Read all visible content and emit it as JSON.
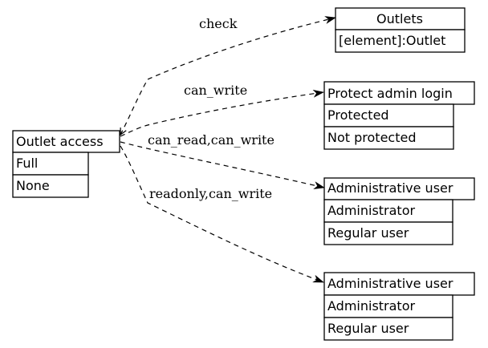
{
  "diagram": {
    "source": {
      "title": "Outlet access",
      "values": [
        "Full",
        "None"
      ]
    },
    "targets": [
      {
        "title": "Outlets",
        "values": [
          "[element]:Outlet"
        ],
        "edge_label": "check"
      },
      {
        "title": "Protect admin login",
        "values": [
          "Protected",
          "Not protected"
        ],
        "edge_label": "can_write"
      },
      {
        "title": "Administrative user",
        "values": [
          "Administrator",
          "Regular user"
        ],
        "edge_label": "can_read,can_write"
      },
      {
        "title": "Administrative user",
        "values": [
          "Administrator",
          "Regular user"
        ],
        "edge_label": "readonly,can_write"
      }
    ]
  },
  "colors": {
    "background": "#ffffff",
    "stroke": "#000000",
    "text": "#000000"
  }
}
